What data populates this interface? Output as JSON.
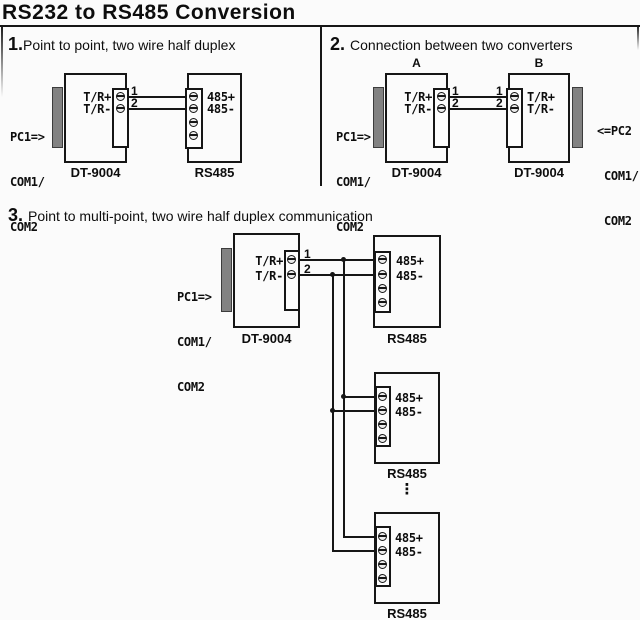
{
  "title": "RS232 to RS485 Conversion",
  "colors": {
    "line": "#161616",
    "connector": "#828282",
    "paper": "#fbfbfb",
    "text": "#0d0d0d"
  },
  "sections": {
    "one": {
      "number": "1.",
      "title": "Point to point, two wire half duplex"
    },
    "two": {
      "number": "2.",
      "title": "Connection between two converters",
      "converter_a_tag": "A",
      "converter_b_tag": "B"
    },
    "three": {
      "number": "3.",
      "title": "Point to multi-point, two wire half duplex communication",
      "ellipsis": "⋮"
    }
  },
  "labels": {
    "pc1": {
      "l1": "PC1=>",
      "l2": "COM1/",
      "l3": "COM2"
    },
    "pc2": {
      "l1": "<=PC2",
      "l2": "COM1/",
      "l3": "COM2"
    },
    "tr_plus": "T/R+",
    "tr_minus": "T/R-",
    "rs485_plus": "485+",
    "rs485_minus": "485-",
    "wire1": "1",
    "wire2": "2",
    "converter": "DT-9004",
    "device": "RS485"
  }
}
